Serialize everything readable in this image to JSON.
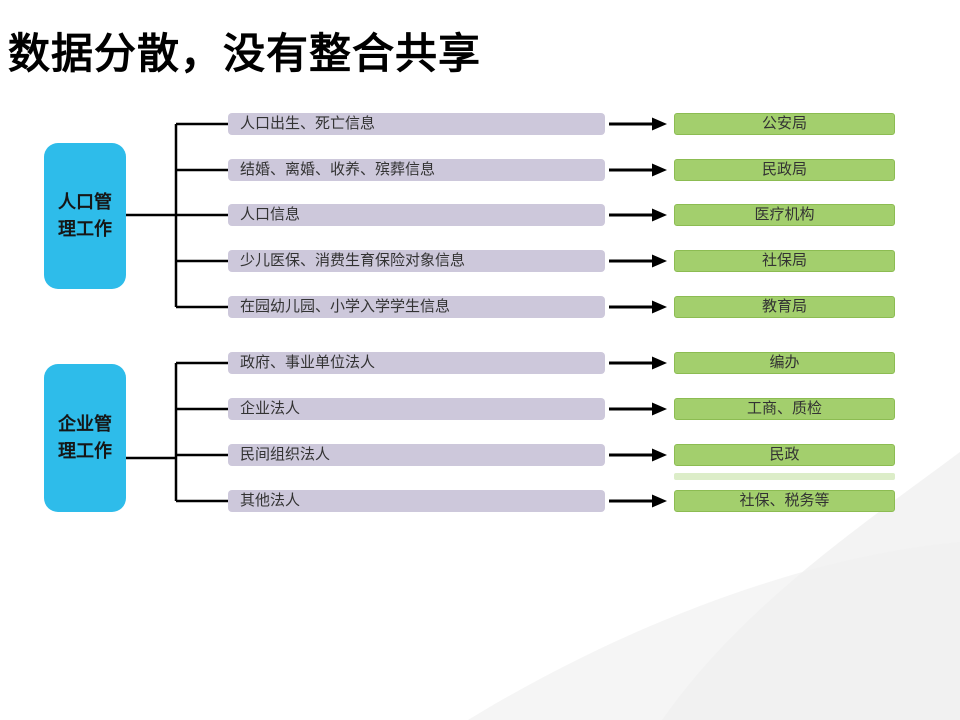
{
  "slide": {
    "title": "数据分散，没有整合共享"
  },
  "groups": [
    {
      "source": {
        "lines": [
          "人口管",
          "理工作"
        ]
      },
      "rows": [
        {
          "item": "人口出生、死亡信息",
          "target": "公安局"
        },
        {
          "item": "结婚、离婚、收养、殡葬信息",
          "target": "民政局"
        },
        {
          "item": "人口信息",
          "target": "医疗机构"
        },
        {
          "item": "少儿医保、消费生育保险对象信息",
          "target": "社保局"
        },
        {
          "item": "在园幼儿园、小学入学学生信息",
          "target": "教育局"
        }
      ]
    },
    {
      "source": {
        "lines": [
          "企业管",
          "理工作"
        ]
      },
      "rows": [
        {
          "item": "政府、事业单位法人",
          "target": "编办"
        },
        {
          "item": "企业法人",
          "target": "工商、质检"
        },
        {
          "item": "民间组织法人",
          "target": "民政"
        },
        {
          "item": "其他法人",
          "target": "社保、税务等"
        }
      ]
    }
  ],
  "colors": {
    "source_box": "#2EBCEA",
    "item_bar": "#CDC8DB",
    "target_box": "#A3CF6D",
    "target_border": "#8CBC52",
    "connector": "#000000",
    "title_text": "#000000"
  }
}
